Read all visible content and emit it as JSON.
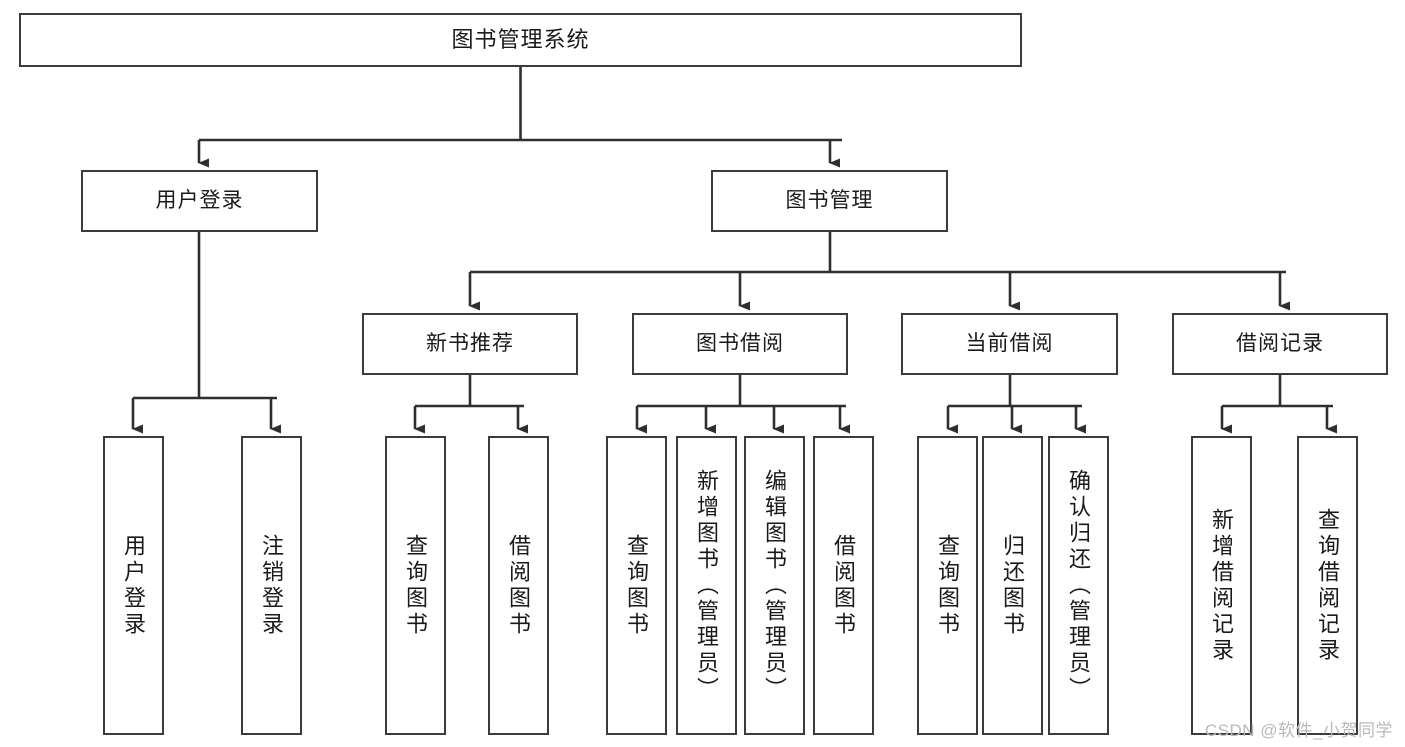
{
  "diagram": {
    "title": "图书管理系统",
    "type": "tree-hierarchy",
    "watermark": "CSDN @软件_小贺同学",
    "colors": {
      "box_border": "#3b3b3b",
      "box_fill": "#ffffff",
      "connector": "#2f2f2f",
      "text": "#1a1a1a",
      "watermark": "#b9b9b9",
      "background": "#ffffff"
    },
    "nodes": {
      "root": {
        "label": "图书管理系统"
      },
      "level1": [
        {
          "id": "user-login",
          "label": "用户登录"
        },
        {
          "id": "book-management",
          "label": "图书管理"
        }
      ],
      "level2": [
        {
          "id": "new-book-recommend",
          "label": "新书推荐"
        },
        {
          "id": "book-borrow",
          "label": "图书借阅"
        },
        {
          "id": "current-borrow",
          "label": "当前借阅"
        },
        {
          "id": "borrow-record",
          "label": "借阅记录"
        }
      ],
      "leaves": {
        "user-login": [
          {
            "id": "leaf-user-login",
            "label": "用户登录"
          },
          {
            "id": "leaf-logout-login",
            "label": "注销登录"
          }
        ],
        "new-book-recommend": [
          {
            "id": "leaf-query-book-1",
            "label": "查询图书"
          },
          {
            "id": "leaf-borrow-book-1",
            "label": "借阅图书"
          }
        ],
        "book-borrow": [
          {
            "id": "leaf-query-book-2",
            "label": "查询图书"
          },
          {
            "id": "leaf-add-book",
            "label": "新增图书（管理员）"
          },
          {
            "id": "leaf-edit-book",
            "label": "编辑图书（管理员）"
          },
          {
            "id": "leaf-borrow-book-2",
            "label": "借阅图书"
          }
        ],
        "current-borrow": [
          {
            "id": "leaf-query-book-3",
            "label": "查询图书"
          },
          {
            "id": "leaf-return-book",
            "label": "归还图书"
          },
          {
            "id": "leaf-confirm-return",
            "label": "确认归还（管理员）"
          }
        ],
        "borrow-record": [
          {
            "id": "leaf-add-record",
            "label": "新增借阅记录"
          },
          {
            "id": "leaf-query-record",
            "label": "查询借阅记录"
          }
        ]
      }
    }
  }
}
